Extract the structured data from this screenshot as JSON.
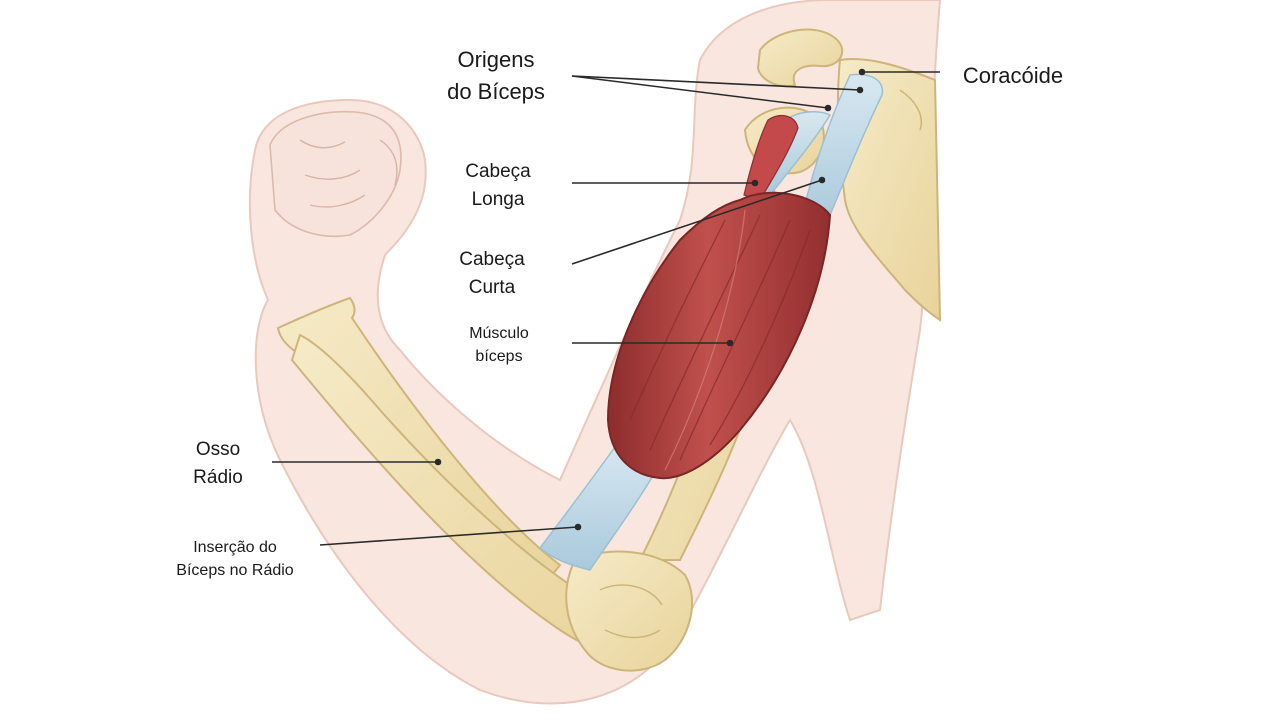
{
  "labels": {
    "origins": {
      "line1": "Origens",
      "line2": "do Bíceps"
    },
    "coracoid": {
      "line1": "Coracóide"
    },
    "long_head": {
      "line1": "Cabeça",
      "line2": "Longa"
    },
    "short_head": {
      "line1": "Cabeça",
      "line2": "Curta"
    },
    "biceps_muscle": {
      "line1": "Músculo",
      "line2": "bíceps"
    },
    "radius": {
      "line1": "Osso",
      "line2": "Rádio"
    },
    "insertion": {
      "line1": "Inserção do",
      "line2": "Bíceps no Rádio"
    }
  },
  "colors": {
    "skin": "#f8e6df",
    "skin_outline": "#e9c9bd",
    "bone": "#f1e2b4",
    "bone_outline": "#cdb57a",
    "muscle": "#b2413f",
    "muscle_dark": "#8e2d2e",
    "tendon": "#c4dbe8",
    "leader_line": "#2a2a2a"
  }
}
